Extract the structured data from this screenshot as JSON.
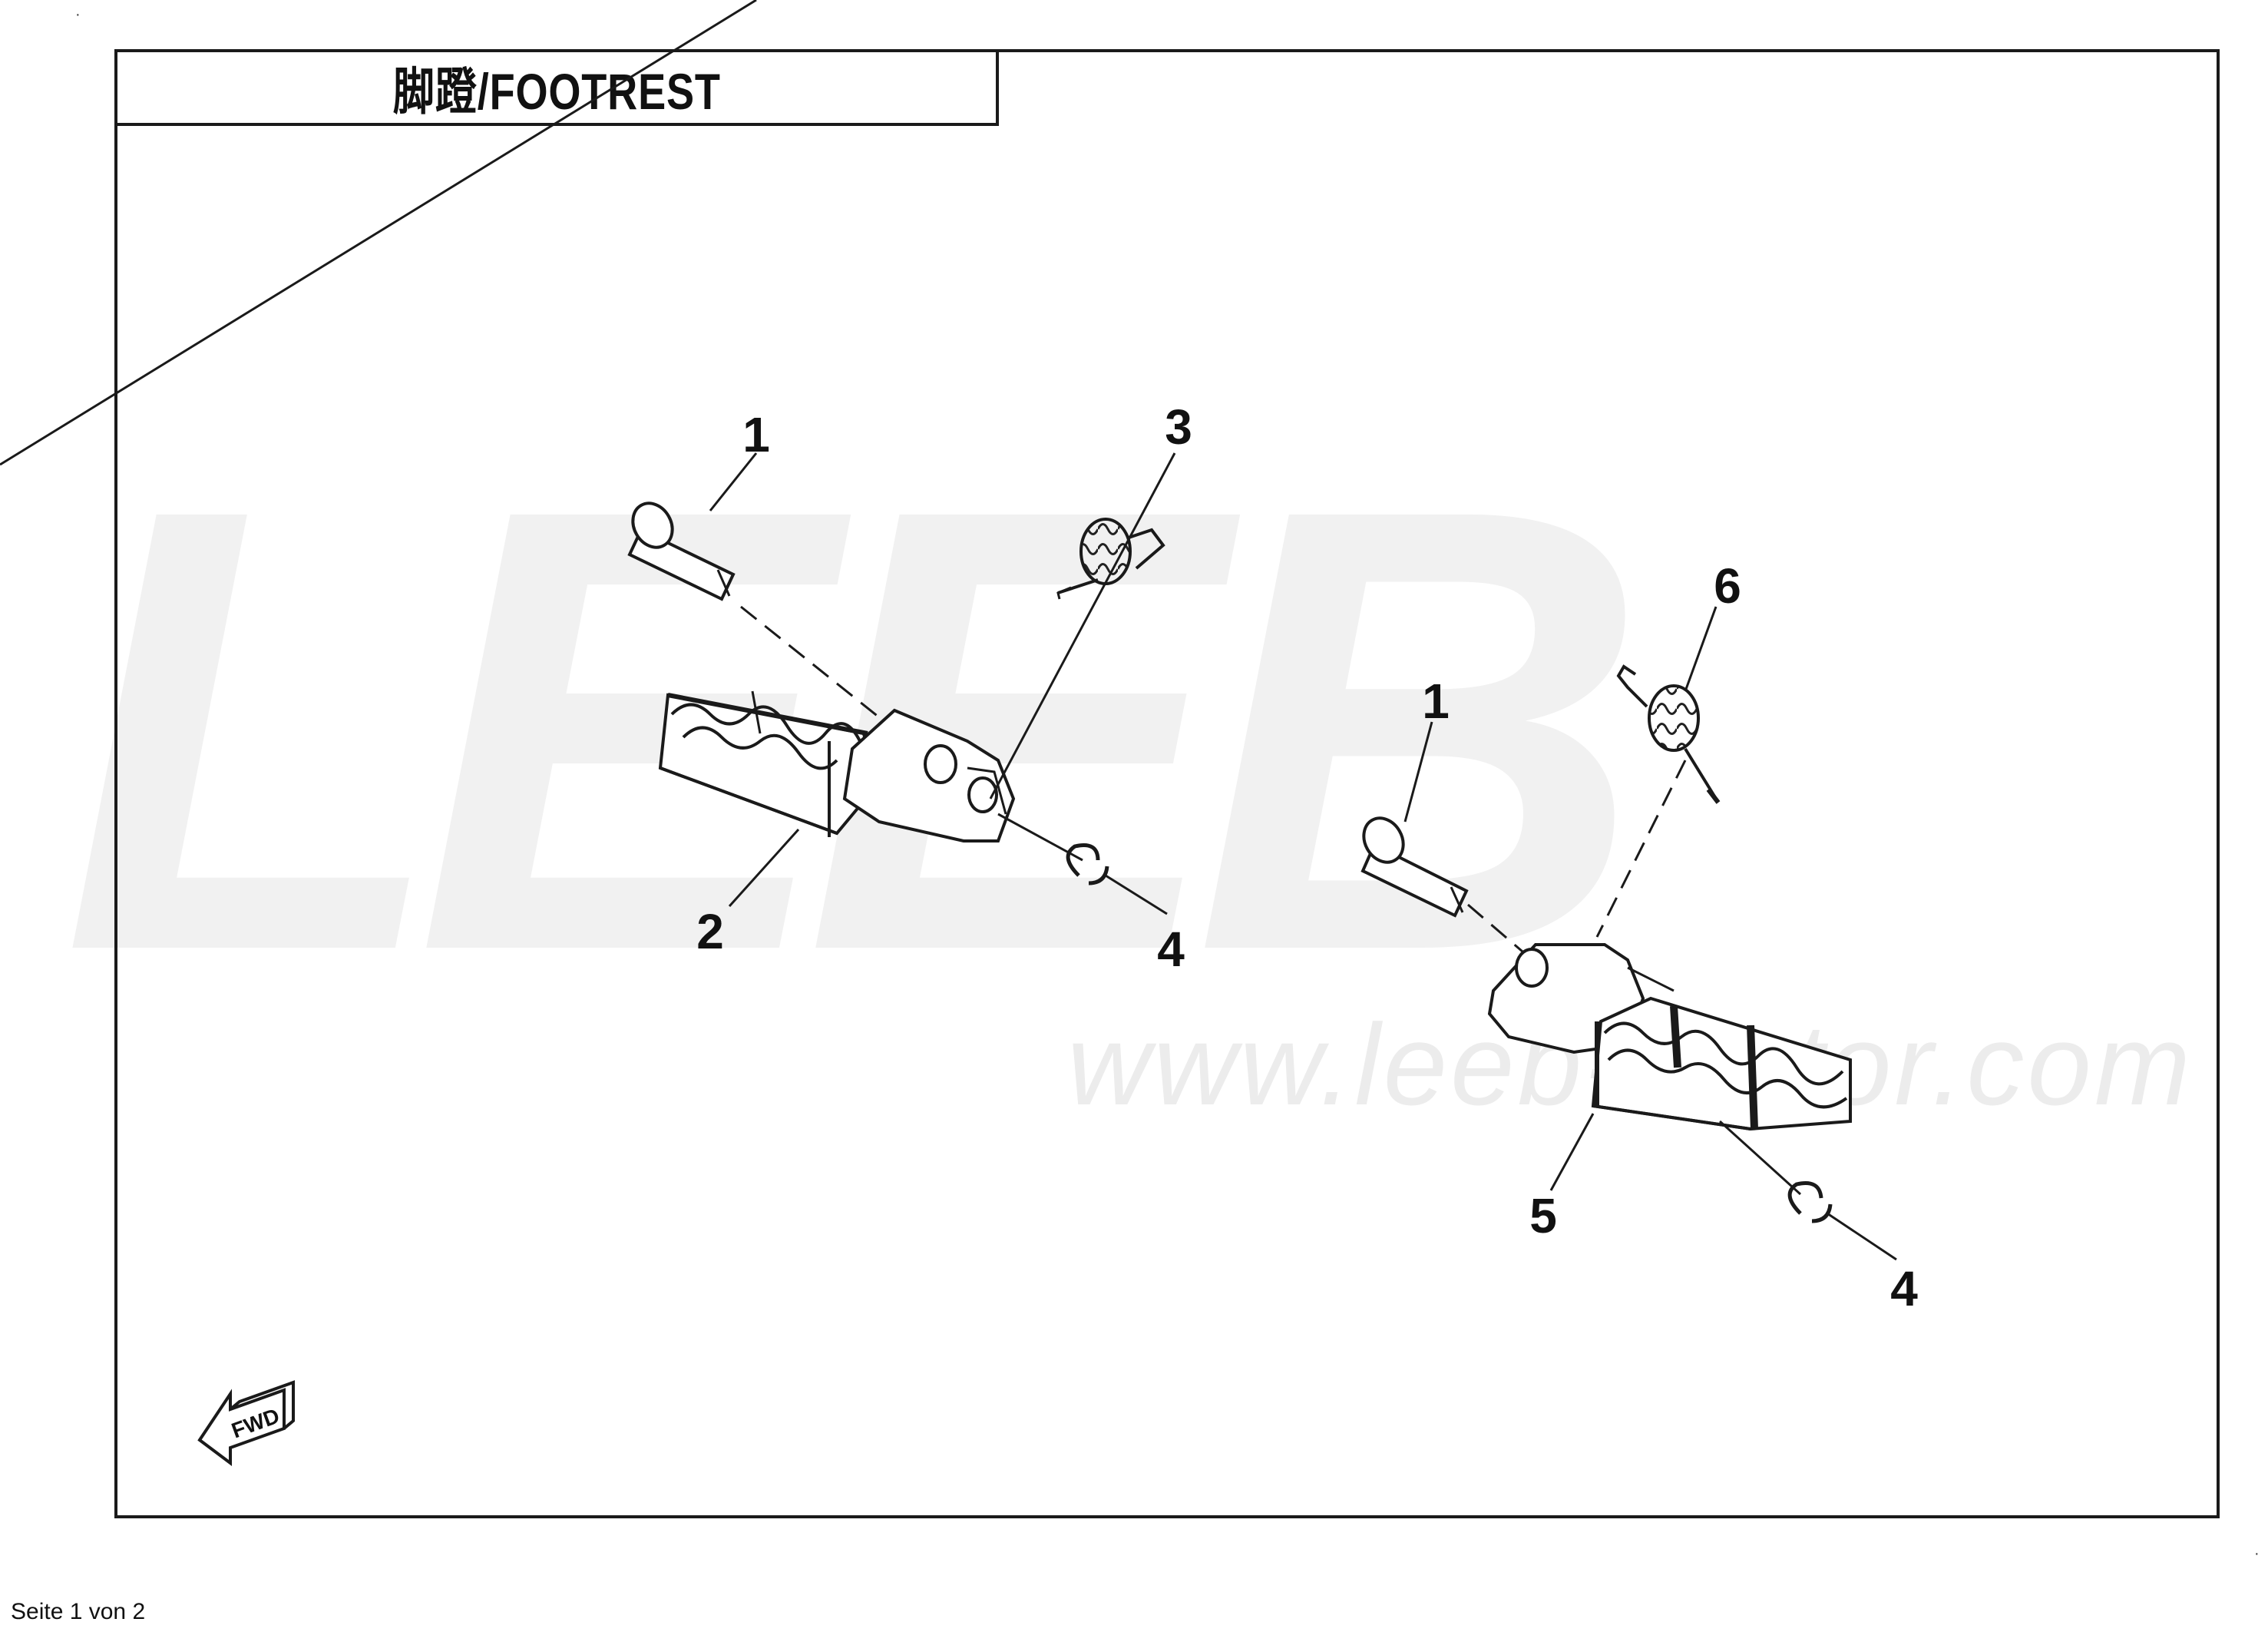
{
  "header": {
    "title": "脚蹬/FOOTREST"
  },
  "watermark": {
    "logo": "LEEB",
    "url": "www.leeb-motor.com"
  },
  "callouts": {
    "c1a": "1",
    "c2": "2",
    "c3": "3",
    "c4a": "4",
    "c1b": "1",
    "c6": "6",
    "c5": "5",
    "c4b": "4"
  },
  "fwd_label": "FWD",
  "footer": {
    "page": "Seite 1 von 2"
  },
  "colors": {
    "line": "#1a1a1a",
    "watermark": "#f1f1f1"
  }
}
